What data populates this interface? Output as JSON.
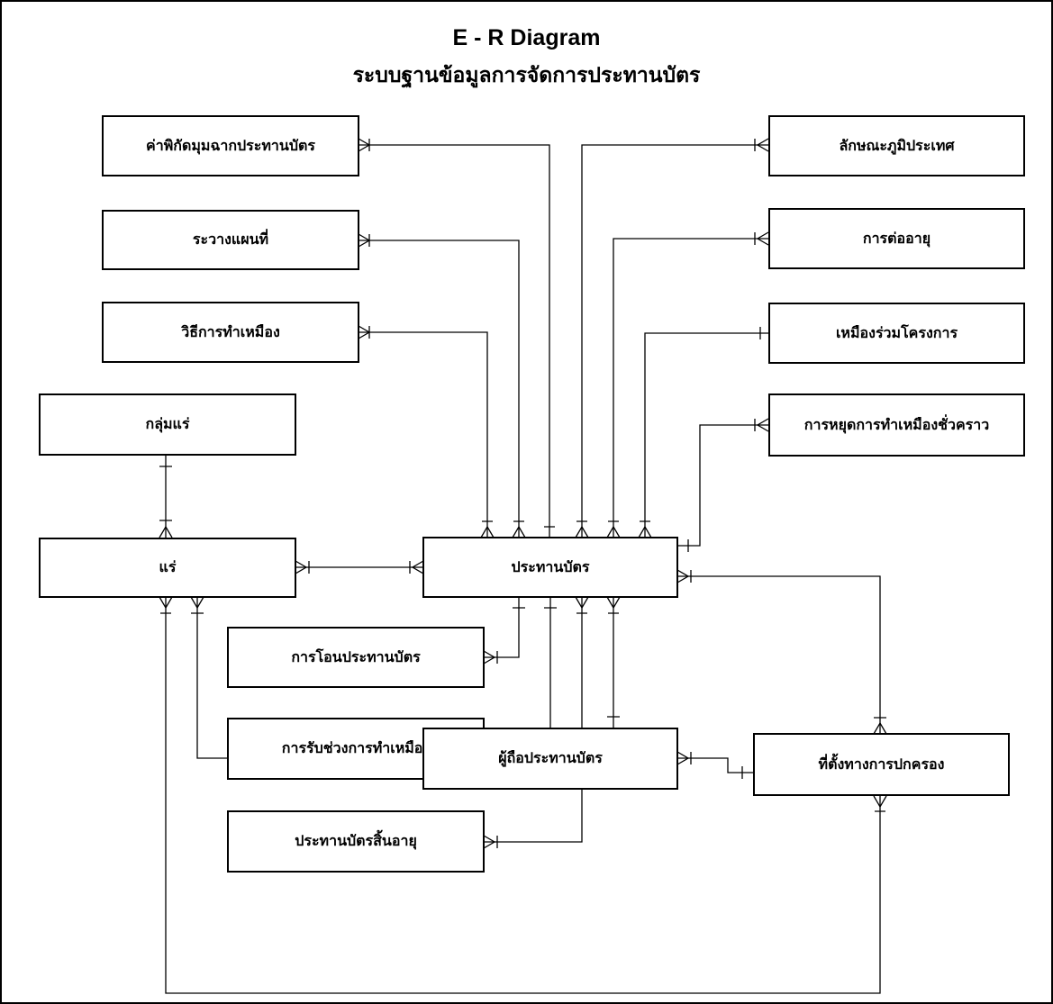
{
  "title": "E - R  Diagram",
  "subtitle": "ระบบฐานข้อมูลการจัดการประทานบัตร",
  "entities": {
    "coordinates": "ค่าพิกัดมุมฉากประทานบัตร",
    "map": "ระวางแผนที่",
    "mining_method": "วิธีการทำเหมือง",
    "mineral_group": "กลุ่มแร่",
    "mineral": "แร่",
    "concession": "ประทานบัตร",
    "terrain": "ลักษณะภูมิประเทศ",
    "renewal": "การต่ออายุ",
    "joint_mine": "เหมืองร่วมโครงการ",
    "temp_suspension": "การหยุดการทำเหมืองชั่วคราว",
    "transfer": "การโอนประทานบัตร",
    "mining_contract": "การรับช่วงการทำเหมือง",
    "expired": "ประทานบัตรสิ้นอายุ",
    "holder": "ผู้ถือประทานบัตร",
    "admin_location": "ที่ตั้งทางการปกครอง"
  }
}
